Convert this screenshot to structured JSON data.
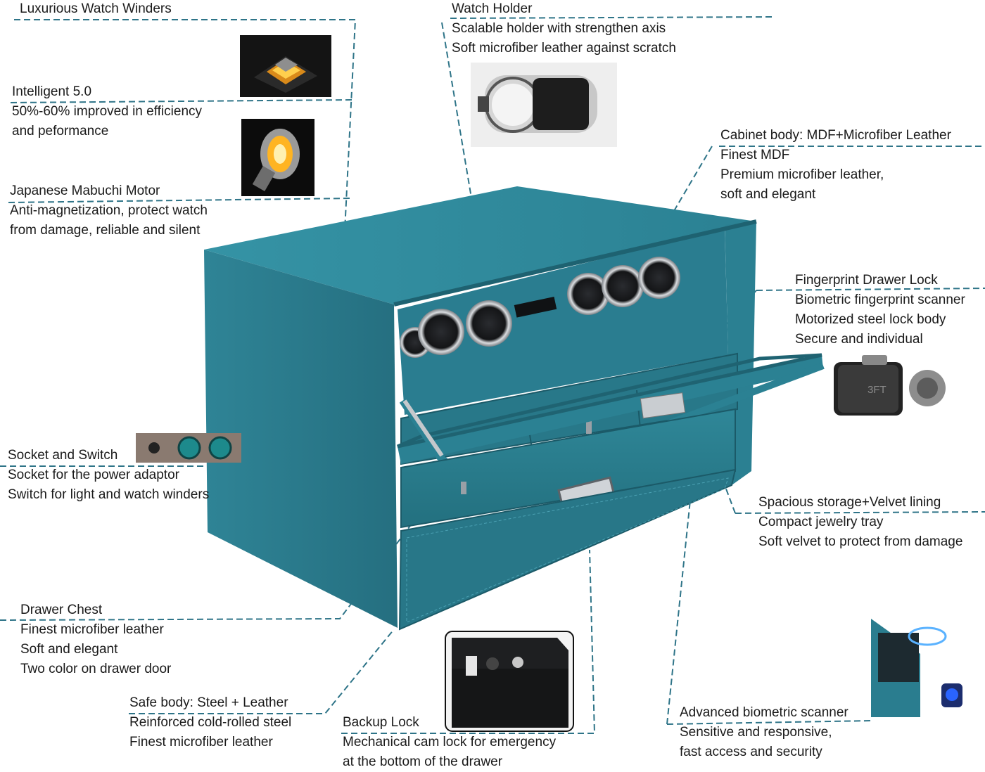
{
  "colors": {
    "teal_leather": "#2a7d8f",
    "teal_dark": "#1d5e6c",
    "dash_line": "#2e7488",
    "metal": "#b9bcbf",
    "black_panel": "#1d1e20"
  },
  "callouts": {
    "watch_winders": {
      "title": "Luxurious Watch Winders"
    },
    "intelligent": {
      "title": "Intelligent 5.0",
      "lines": [
        "50%-60% improved in efficiency",
        "and peformance"
      ]
    },
    "motor": {
      "title": "Japanese Mabuchi Motor",
      "lines": [
        "Anti-magnetization, protect watch",
        "from damage, reliable and silent"
      ]
    },
    "watch_holder": {
      "title": "Watch Holder",
      "lines": [
        "Scalable holder with strengthen axis",
        "Soft microfiber leather against scratch"
      ]
    },
    "cabinet": {
      "title": "Cabinet body: MDF+Microfiber Leather",
      "lines": [
        "Finest MDF",
        "Premium microfiber leather,",
        "soft and elegant"
      ]
    },
    "fingerprint": {
      "title": "Fingerprint Drawer Lock",
      "lines": [
        "Biometric fingerprint scanner",
        "Motorized steel lock body",
        "Secure and individual"
      ]
    },
    "socket": {
      "title": "Socket and Switch",
      "lines": [
        "Socket for the power adaptor",
        "Switch for light and watch winders"
      ]
    },
    "storage": {
      "title": "Spacious storage+Velvet lining",
      "lines": [
        "Compact jewelry tray",
        "Soft velvet to protect from damage"
      ]
    },
    "drawer_chest": {
      "title": "Drawer Chest",
      "lines": [
        "Finest microfiber leather",
        "Soft and elegant",
        "Two color on drawer door"
      ]
    },
    "safe_body": {
      "title": "Safe body: Steel + Leather",
      "lines": [
        "Reinforced cold-rolled steel",
        "Finest microfiber leather"
      ]
    },
    "backup_lock": {
      "title": "Backup Lock",
      "lines": [
        "Mechanical cam lock for emergency",
        "at the bottom of the drawer"
      ]
    },
    "biometric": {
      "title": "Advanced biometric scanner",
      "lines": [
        "Sensitive and responsive,",
        "fast access and security"
      ]
    }
  },
  "product_marks": {
    "lock_logo": "3FT"
  }
}
